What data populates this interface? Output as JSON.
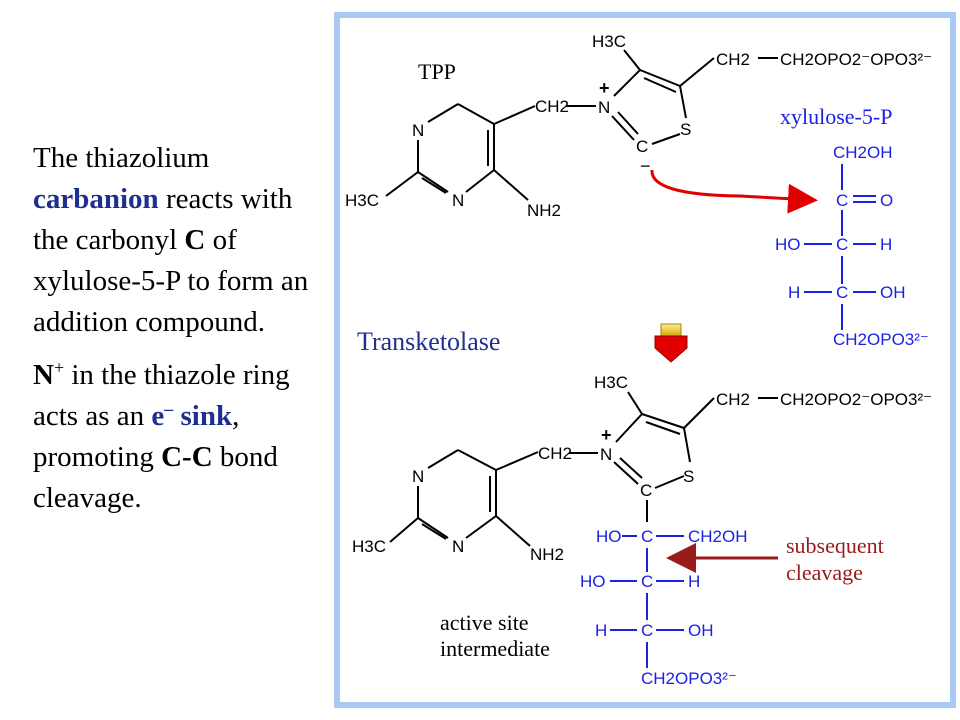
{
  "left": {
    "p1": {
      "t1": "The thiazolium",
      "carbanion": "carbanion",
      "t2": " reacts with the carbonyl ",
      "c": "C",
      "t3": " of xylulose-5-P to form an addition compound."
    },
    "p2": {
      "n": "N",
      "nsup": "+",
      "t1": " in the thiazole ring acts as an ",
      "e": "e",
      "esup": "–",
      "sink": " sink",
      "t2": ", promoting ",
      "cc": "C-C",
      "t3": " bond cleavage."
    }
  },
  "figure": {
    "tpp": "TPP",
    "xylulose": "xylulose-5-P",
    "transketolase": "Transketolase",
    "subsequent": "subsequent",
    "cleavage": "cleavage",
    "active1": "active site",
    "active2": "intermediate",
    "atoms": {
      "H3C": "H3C",
      "CH2": "CH2",
      "N": "N",
      "C": "C",
      "S": "S",
      "plus": "+",
      "minus": "−",
      "NH2": "NH2",
      "tail": "CH2OPO2⁻OPO3²⁻",
      "CH2OH": "CH2OH",
      "O": "O",
      "HO": "HO",
      "H": "H",
      "OH": "OH",
      "CH2OPO3": "CH2OPO3²⁻"
    }
  },
  "colors": {
    "frame": "#a9c8f2",
    "blue": "#1a22e6",
    "red": "#e00000",
    "darkred": "#9a1b1b",
    "gold": "#c8a400",
    "text_blue": "#1f2f8f"
  }
}
